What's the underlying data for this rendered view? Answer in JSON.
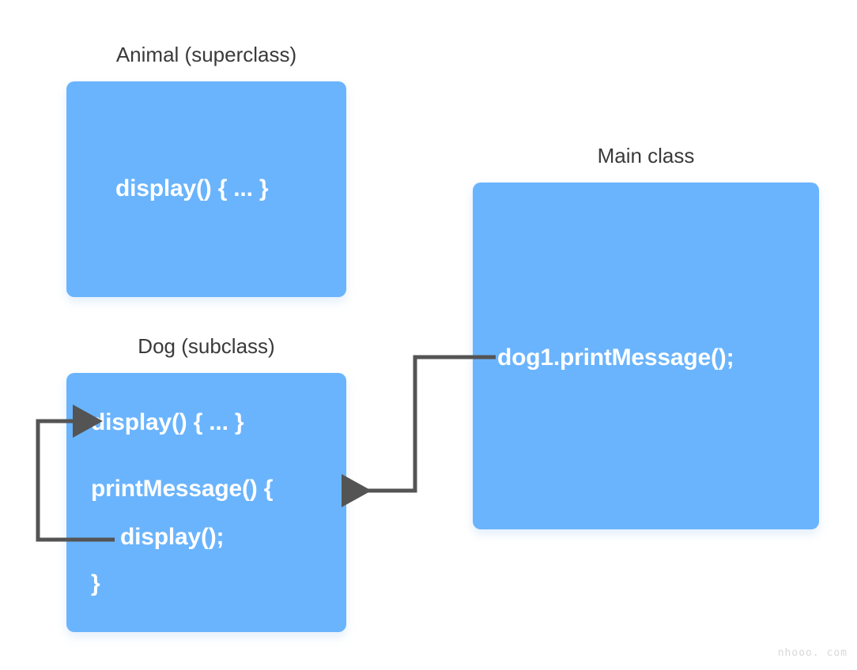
{
  "diagram": {
    "title": "Java method overriding and super-class call flow",
    "background_color": "#ffffff",
    "box_color": "#6ab4fd",
    "box_text_color": "#ffffff",
    "title_text_color": "#3a3a3a",
    "connector_color": "#545454"
  },
  "animal_class": {
    "title": "Animal (superclass)",
    "lines": [
      {
        "text": "display() { ... }"
      }
    ]
  },
  "dog_class": {
    "title": "Dog (subclass)",
    "lines": [
      {
        "text": "display() { ... }"
      },
      {
        "text": "printMessage() {"
      },
      {
        "text": "display();"
      },
      {
        "text": "}"
      }
    ]
  },
  "main_class": {
    "title": "Main class",
    "lines": [
      {
        "text": "dog1.printMessage();"
      }
    ]
  },
  "connectors": [
    {
      "name": "main-to-printmessage",
      "from": "main_class.dog1.printMessage();",
      "to": "dog_class.printMessage() {",
      "arrowhead": "left"
    },
    {
      "name": "displaycall-to-display",
      "from": "dog_class.display();",
      "to": "dog_class.display() { ... }",
      "arrowhead": "right"
    }
  ],
  "watermark": {
    "text": "nhooo. com"
  }
}
